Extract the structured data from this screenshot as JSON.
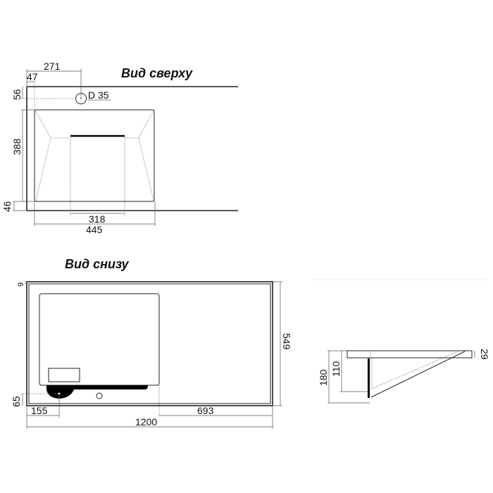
{
  "top_view": {
    "title": "Вид сверху",
    "dims": {
      "hole_offset_x": "271",
      "sink_offset_x": "47",
      "hole_offset_y": "56",
      "sink_depth": "388",
      "front_offset": "46",
      "drain_width": "318",
      "sink_width": "445"
    },
    "hole_label": "D 35"
  },
  "bottom_view": {
    "title": "Вид снизу",
    "dims": {
      "edge": "9",
      "depth": "549",
      "drain_offset_y": "65",
      "drain_offset_x": "155",
      "right_width": "693",
      "total_width": "1200"
    }
  },
  "side_view": {
    "dims": {
      "thickness": "29",
      "total_height": "180",
      "bracket_height": "110"
    }
  }
}
